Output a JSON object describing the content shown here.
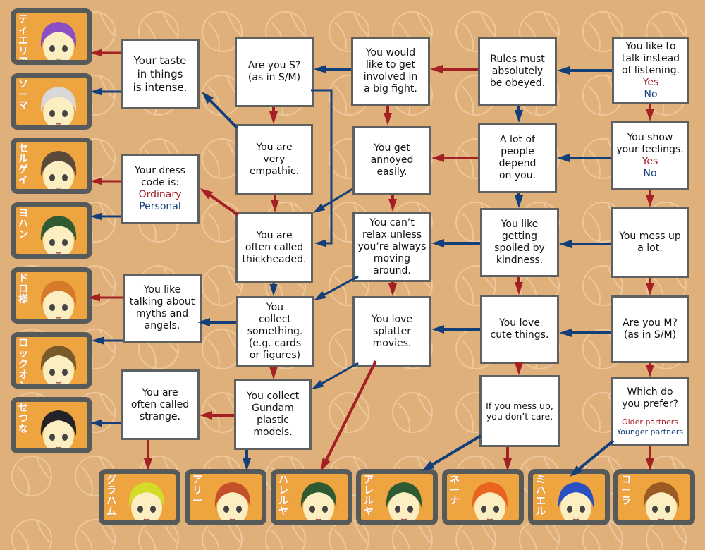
{
  "colors": {
    "background": "#e0b07a",
    "box_border": "#5f6161",
    "yes_arrow": "#a32024",
    "no_arrow": "#123f7a",
    "portrait_frame": "#575a5a",
    "portrait_bg": "#eea43f"
  },
  "questions": {
    "talk": {
      "text": "You like to\ntalk instead\nof listening.",
      "yes": "Yes",
      "no": "No"
    },
    "feelings": {
      "text": "You show\nyour feelings.",
      "yes": "Yes",
      "no": "No"
    },
    "mess_up": {
      "text": "You mess up\na lot."
    },
    "are_m": {
      "text": "Are you M?\n(as in S/M)"
    },
    "prefer": {
      "text": "Which do\nyou prefer?",
      "yes": "Older partners",
      "no": "Younger partners"
    },
    "rules": {
      "text": "Rules must\nabsolutely\nbe obeyed."
    },
    "depend": {
      "text": "A lot of\npeople\ndepend\non you."
    },
    "spoiled": {
      "text": "You like\ngetting\nspoiled by\nkindness."
    },
    "cute": {
      "text": "You love\ncute things."
    },
    "dont_care": {
      "text": "If you mess up,\nyou don’t care."
    },
    "fight": {
      "text": "You would\nlike to get\ninvolved in\na big fight."
    },
    "annoyed": {
      "text": "You get\nannoyed\neasily."
    },
    "cant_relax": {
      "text": "You can’t\nrelax unless\nyou’re always\nmoving\naround."
    },
    "splatter": {
      "text": "You love\nsplatter\nmovies."
    },
    "are_s": {
      "text": "Are you S?\n(as in S/M)"
    },
    "empathic": {
      "text": "You are\nvery\nempathic."
    },
    "thickheaded": {
      "text": "You are\noften called\nthickheaded."
    },
    "collect": {
      "text": "You\ncollect\nsomething.\n(e.g. cards\nor figures)"
    },
    "gundam": {
      "text": "You collect\nGundam\nplastic\nmodels."
    },
    "taste": {
      "text": "Your taste\nin things\nis intense."
    },
    "dress": {
      "text": "Your dress\ncode is:",
      "yes": "Ordinary",
      "no": "Personal"
    },
    "myths": {
      "text": "You like\ntalking about\nmyths and\nangels."
    },
    "strange": {
      "text": "You are\noften called\nstrange."
    }
  },
  "results_left": [
    {
      "name": "ティエリア",
      "hair": "#8a4fc4"
    },
    {
      "name": "ソーマ",
      "hair": "#d8d8d8"
    },
    {
      "name": "セルゲイ",
      "hair": "#5a4a3a"
    },
    {
      "name": "ヨハン",
      "hair": "#2f5a32"
    },
    {
      "name": "ドロ様",
      "hair": "#d47a2a"
    },
    {
      "name": "ロックオン",
      "hair": "#7a5a2a"
    },
    {
      "name": "せつな",
      "hair": "#222228"
    }
  ],
  "results_bottom": [
    {
      "name": "グラハム",
      "hair": "#d4dc2a"
    },
    {
      "name": "アリー",
      "hair": "#c4502a"
    },
    {
      "name": "ハレルヤ",
      "hair": "#2f5a32"
    },
    {
      "name": "アレルヤ",
      "hair": "#2f5a32"
    },
    {
      "name": "ネーナ",
      "hair": "#e86420"
    },
    {
      "name": "ミハエル",
      "hair": "#2a50c4"
    },
    {
      "name": "コーラ",
      "hair": "#9a5a22"
    }
  ]
}
